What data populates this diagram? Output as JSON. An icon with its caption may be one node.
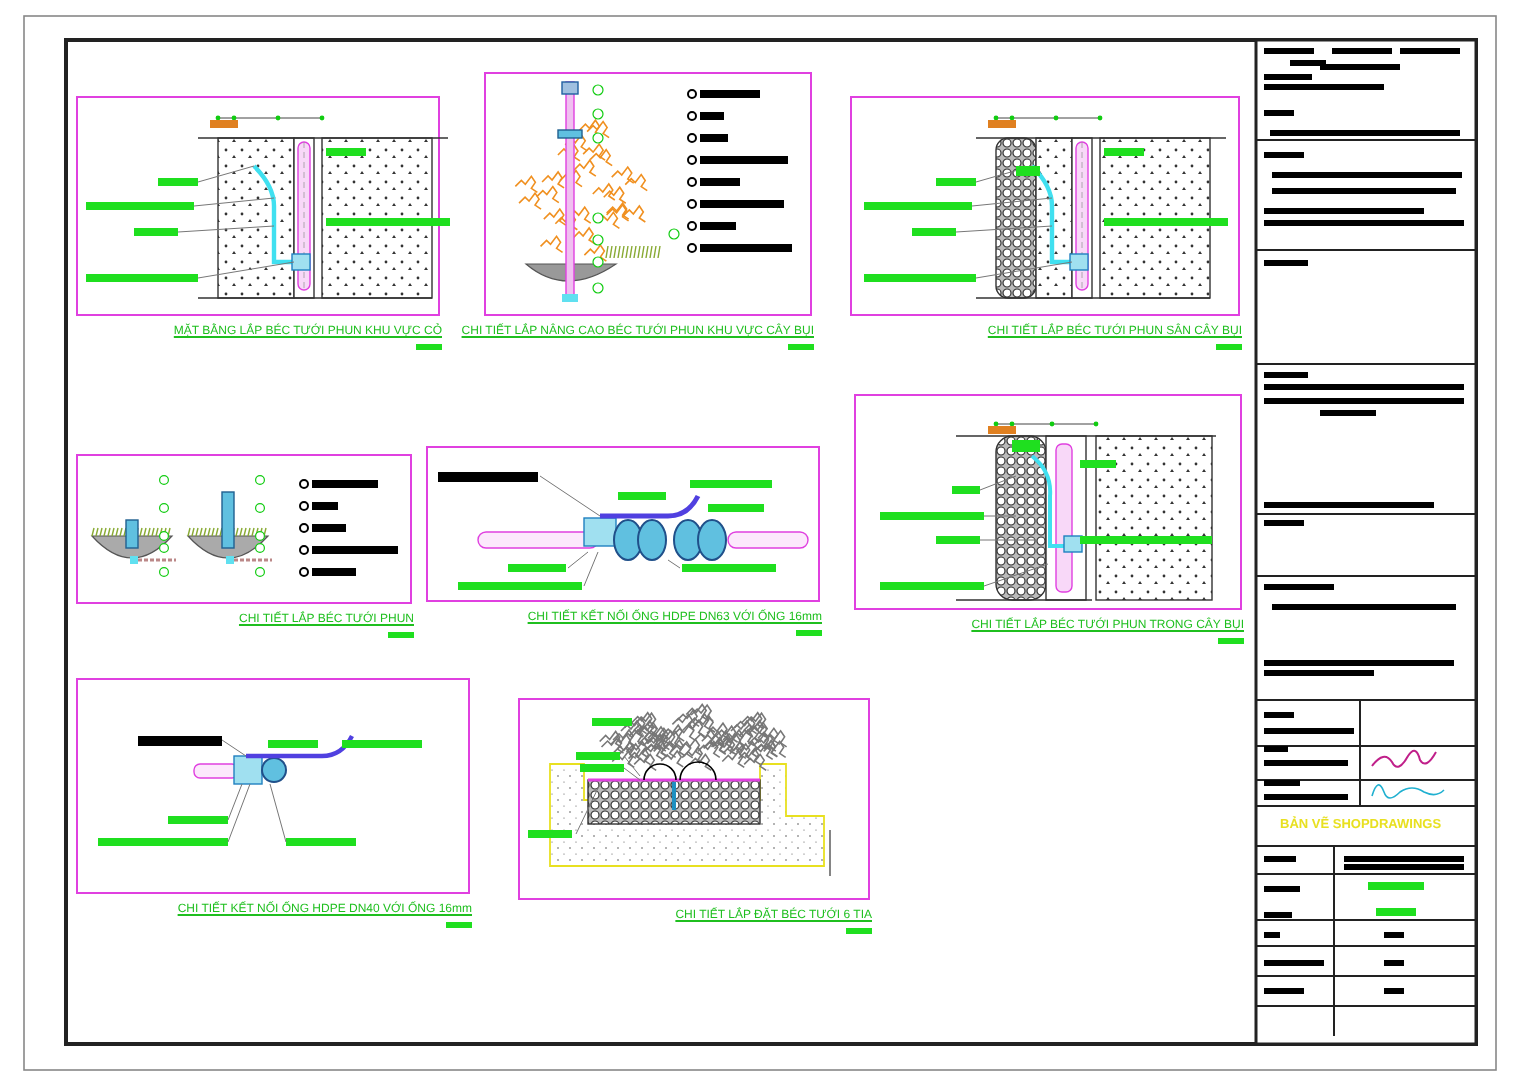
{
  "diagram": {
    "nodes": [
      {
        "text": [
          "MẶT BẰNG LẮP BÉC TƯỚI PHUN KHU VỰC CỎ"
        ]
      },
      {
        "text": [
          "CHI TIẾT LẮP NÂNG CAO BÉC TƯỚI PHUN KHU VỰC CÂY BỤI"
        ]
      },
      {
        "text": [
          "CHI TIẾT LẮP BÉC TƯỚI PHUN SÂN CÂY BỤI"
        ]
      },
      {
        "text": [
          "CHI TIẾT LẮP BÉC TƯỚI PHUN"
        ]
      },
      {
        "text": [
          "CHI TIẾT KẾT NỐI ỐNG HDPE DN63 VỚI ỐNG 16mm"
        ]
      },
      {
        "text": [
          "CHI TIẾT LẮP BÉC TƯỚI PHUN TRONG CÂY BỤI"
        ]
      },
      {
        "text": [
          "CHI TIẾT KẾT NỐI ỐNG HDPE DN40 VỚI ỐNG 16mm"
        ]
      },
      {
        "text": [
          "CHI TIẾT LẮP ĐẶT BÉC TƯỚI 6 TIA"
        ]
      }
    ],
    "labels": [
      "BẢN VẼ SHOPDRAWINGS"
    ]
  }
}
